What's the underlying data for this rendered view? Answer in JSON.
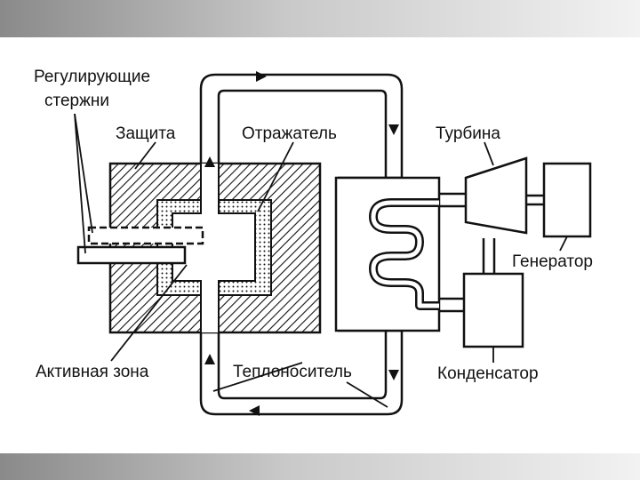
{
  "labels": {
    "rods": [
      "Регулирующие",
      "стержни"
    ],
    "shield": "Защита",
    "reflector": "Отражатель",
    "turbine": "Турбина",
    "generator": "Генератор",
    "core": "Активная зона",
    "coolant": "Теплоноситель",
    "condenser": "Конденсатор"
  },
  "colors": {
    "ink": "#111111",
    "band": "#9a9a9a"
  }
}
